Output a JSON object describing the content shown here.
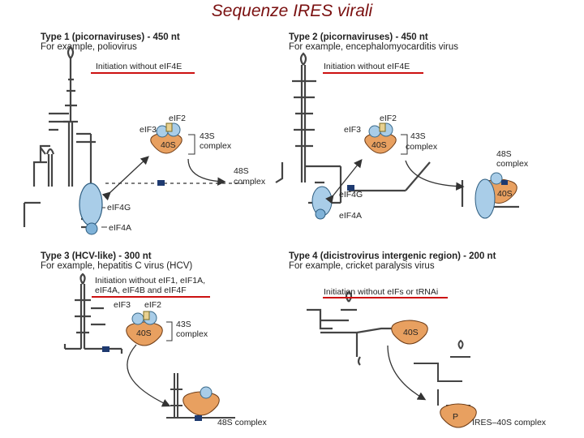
{
  "title": "Sequenze IRES virali",
  "colors": {
    "title": "#7a1010",
    "ribosome": "#e8a060",
    "initfactor": "#a9cde8",
    "redline": "#cc1111",
    "rna": "#444444"
  },
  "panels": [
    {
      "title": "Type 1 (picornaviruses) - 450 nt",
      "example": "For example, poliovirus",
      "requirement": "Initiation without eIF4E",
      "labels": {
        "eif2": "eIF2",
        "eif3": "eIF3",
        "s40": "40S",
        "s43": "43S",
        "complex": "complex",
        "s48": "48S",
        "complex48": "complex",
        "eif4g": "eIF4G",
        "eif4a": "eIF4A"
      }
    },
    {
      "title": "Type 2 (picornaviruses) - 450 nt",
      "example": "For example, encephalomyocarditis virus",
      "requirement": "Initiation without eIF4E",
      "labels": {
        "eif2": "eIF2",
        "eif3": "eIF3",
        "s40": "40S",
        "s43": "43S",
        "complex": "complex",
        "s48": "48S",
        "complex48": "complex",
        "s40b": "40S",
        "eif4g": "eIF4G",
        "eif4a": "eIF4A"
      }
    },
    {
      "title": "Type 3 (HCV-like) - 300 nt",
      "example": "For example, hepatitis C virus (HCV)",
      "requirement": "Initiation without eIF1, eIF1A, eIF4A, eIF4B and eIF4F",
      "labels": {
        "eif3": "eIF3",
        "eif2": "eIF2",
        "s40": "40S",
        "s43": "43S",
        "complex": "complex",
        "s48complex": "48S complex"
      }
    },
    {
      "title": "Type 4 (dicistrovirus intergenic region) - 200 nt",
      "example": "For example, cricket paralysis virus",
      "requirement": "Initiation without eIFs or tRNAi",
      "labels": {
        "s40": "40S",
        "p": "P",
        "ires40s": "IRES–40S complex"
      }
    }
  ]
}
